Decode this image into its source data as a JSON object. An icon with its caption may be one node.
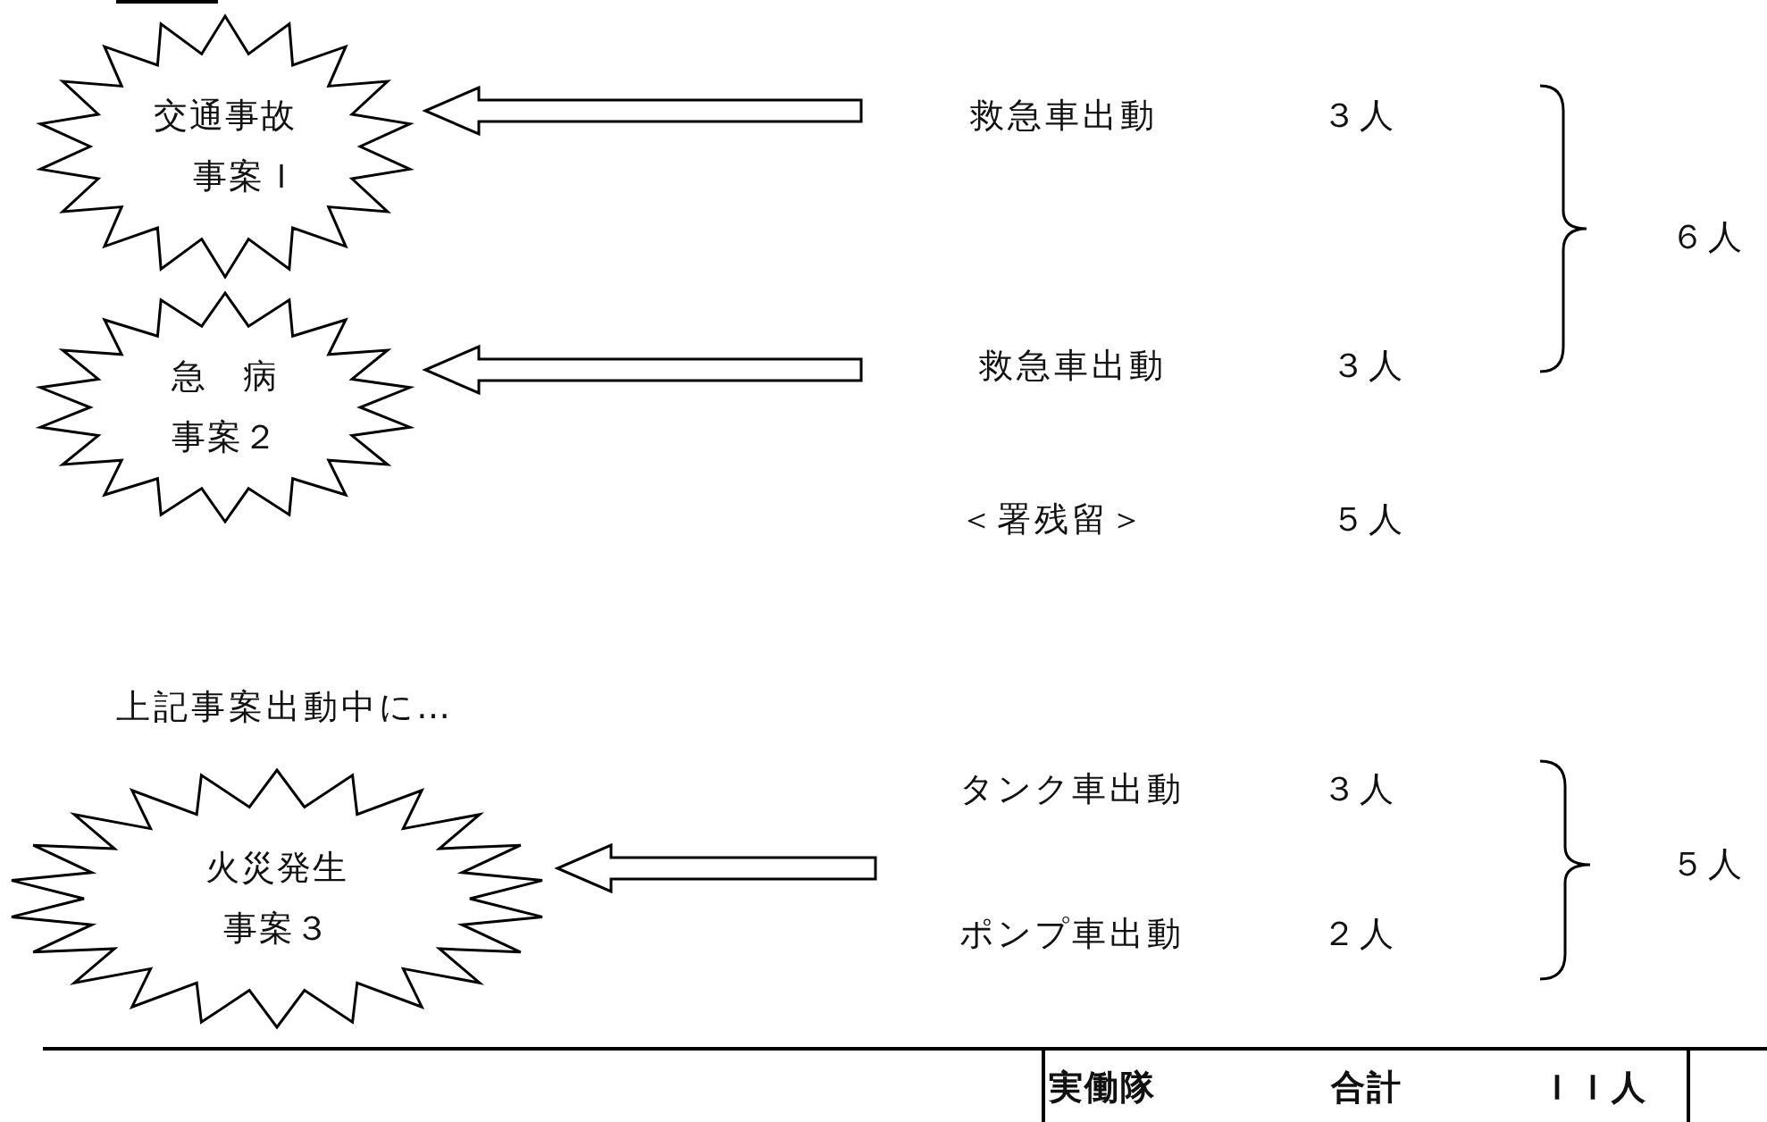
{
  "diagram": {
    "nodes": [
      {
        "text": [
          "交通事故",
          "事案Ｉ"
        ]
      },
      {
        "text": [
          "急　病",
          "事案２"
        ]
      },
      {
        "text": [
          "救急車出動",
          "３人"
        ]
      },
      {
        "text": [
          "救急車出動",
          "３人"
        ]
      },
      {
        "text": [
          "火災発生",
          "事案３"
        ]
      }
    ],
    "edges": [
      {
        "from": 2,
        "to": 0,
        "arrow": "to"
      },
      {
        "from": 3,
        "to": 1,
        "arrow": "to"
      },
      {
        "from": null,
        "to": 4,
        "arrow": "to"
      }
    ],
    "labels": [
      "６人",
      "＜署残留＞",
      "５人",
      "上記事案出動中に…",
      "タンク車出動",
      "３人",
      "ポンプ車出動",
      "２人",
      "５人",
      "実働隊",
      "合計",
      "ＩＩ人"
    ]
  }
}
